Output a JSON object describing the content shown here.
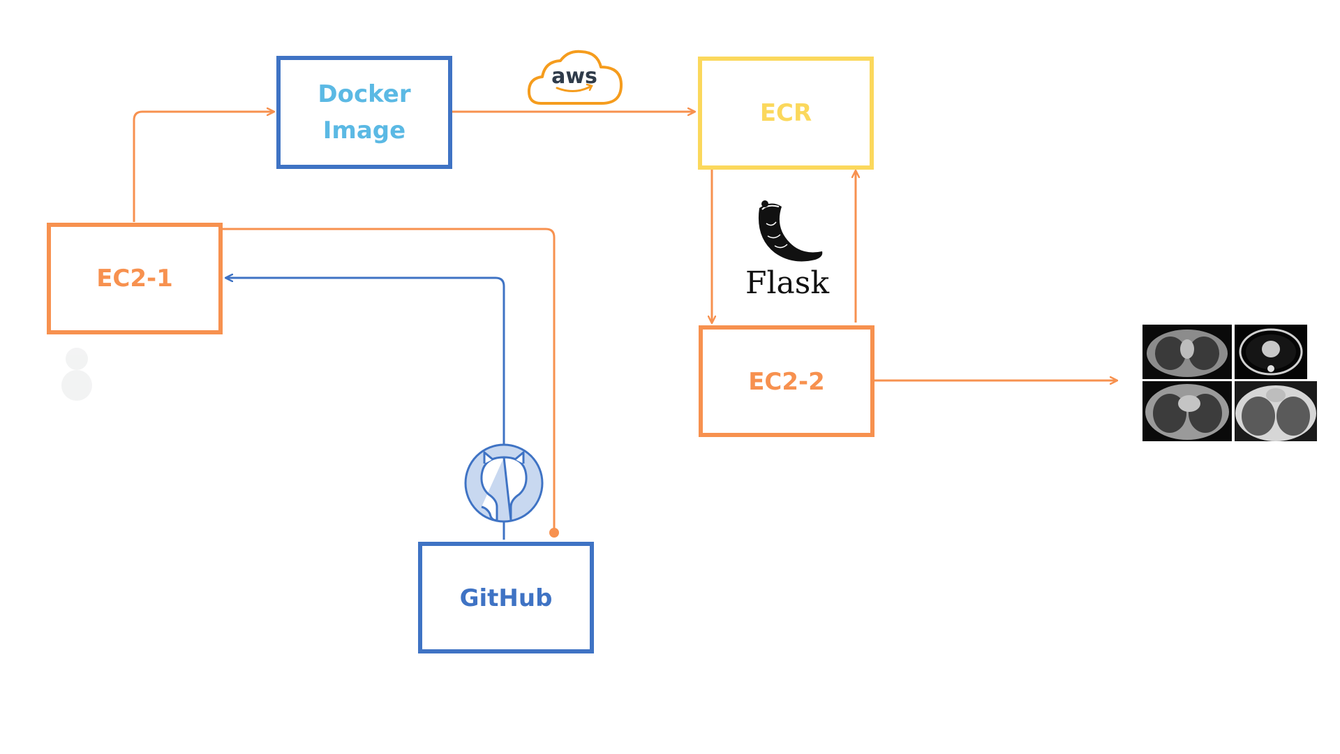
{
  "nodes": {
    "docker_image": {
      "line1": "Docker",
      "line2": "Image"
    },
    "ecr": {
      "label": "ECR"
    },
    "ec2_1": {
      "label": "EC2-1"
    },
    "ec2_2": {
      "label": "EC2-2"
    },
    "github": {
      "label": "GitHub"
    }
  },
  "logos": {
    "aws": {
      "text": "aws",
      "icon": "aws-cloud-icon"
    },
    "flask": {
      "text": "Flask",
      "icon": "flask-horn-icon"
    },
    "github": {
      "icon": "github-octocat-icon"
    },
    "ct_scans": {
      "icon": "lung-ct-scan-images"
    }
  },
  "colors": {
    "orange": "#F7914F",
    "blue": "#3F73C4",
    "light_blue": "#5BB9E4",
    "yellow": "#FBD85C",
    "aws_orange": "#F59C1D"
  }
}
